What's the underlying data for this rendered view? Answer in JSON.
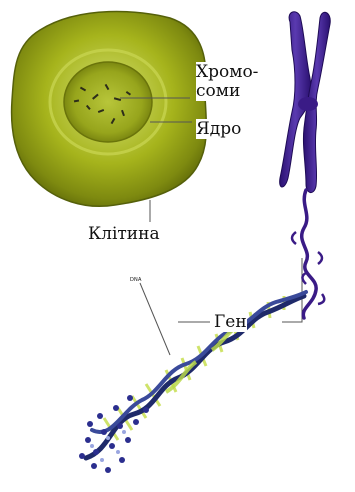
{
  "labels": {
    "chromosomes_line1": "Хромо-",
    "chromosomes_line2": "соми",
    "nucleus": "Ядро",
    "cell": "Клітина",
    "dna": "DNA",
    "gene": "Ген"
  },
  "colors": {
    "cell_fill": "#a9b81e",
    "cell_dark": "#6f7a0c",
    "chromosome": "#3a1b86",
    "dna_green": "#cfe36a",
    "dna_blue": "#2b2e8e",
    "leader_line": "#555555"
  }
}
